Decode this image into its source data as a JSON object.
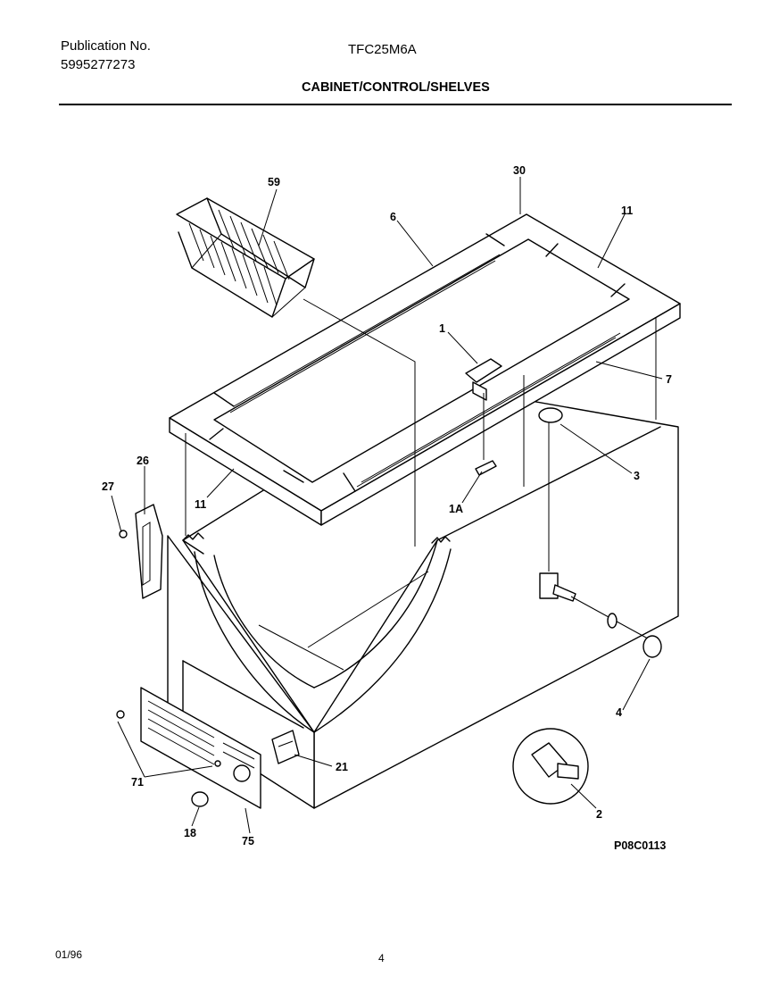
{
  "header": {
    "publication_label": "Publication No.",
    "publication_number": "5995277273",
    "model": "TFC25M6A",
    "section_title": "CABINET/CONTROL/SHELVES"
  },
  "callouts": {
    "c59": "59",
    "c30": "30",
    "c6": "6",
    "c11_top": "11",
    "c1": "1",
    "c7": "7",
    "c3": "3",
    "c26": "26",
    "c27": "27",
    "c11_left": "11",
    "c1A": "1A",
    "c4": "4",
    "c21": "21",
    "c71": "71",
    "c2": "2",
    "c18": "18",
    "c75": "75"
  },
  "diagram_code": "P08C0113",
  "footer": {
    "date": "01/96",
    "page": "4"
  }
}
